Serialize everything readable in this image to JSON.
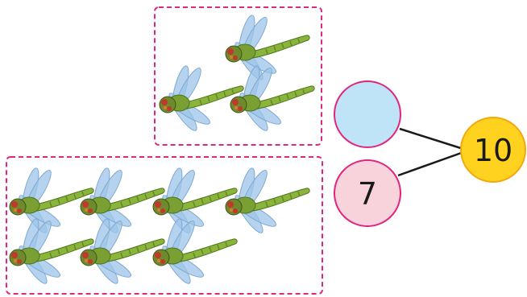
{
  "colors": {
    "box_border": "#e0267f",
    "line": "#1a1a1a",
    "blank_circle_fill": "#bfe3f7",
    "part_circle_fill": "#f9d3dc",
    "whole_circle_fill": "#ffd21f",
    "whole_circle_stroke": "#f2a90f",
    "circle_stroke": "#e0267f",
    "dragonfly_body": "#8ab43a",
    "dragonfly_stripe": "#5f8a25",
    "dragonfly_wing": "#9cc4e8",
    "dragonfly_head": "#6f8a2c",
    "dragonfly_eye": "#c0392b"
  },
  "groups": {
    "top_count": 3,
    "bottom_count": 7
  },
  "bond": {
    "blank_part": "",
    "known_part": "7",
    "whole": "10"
  }
}
